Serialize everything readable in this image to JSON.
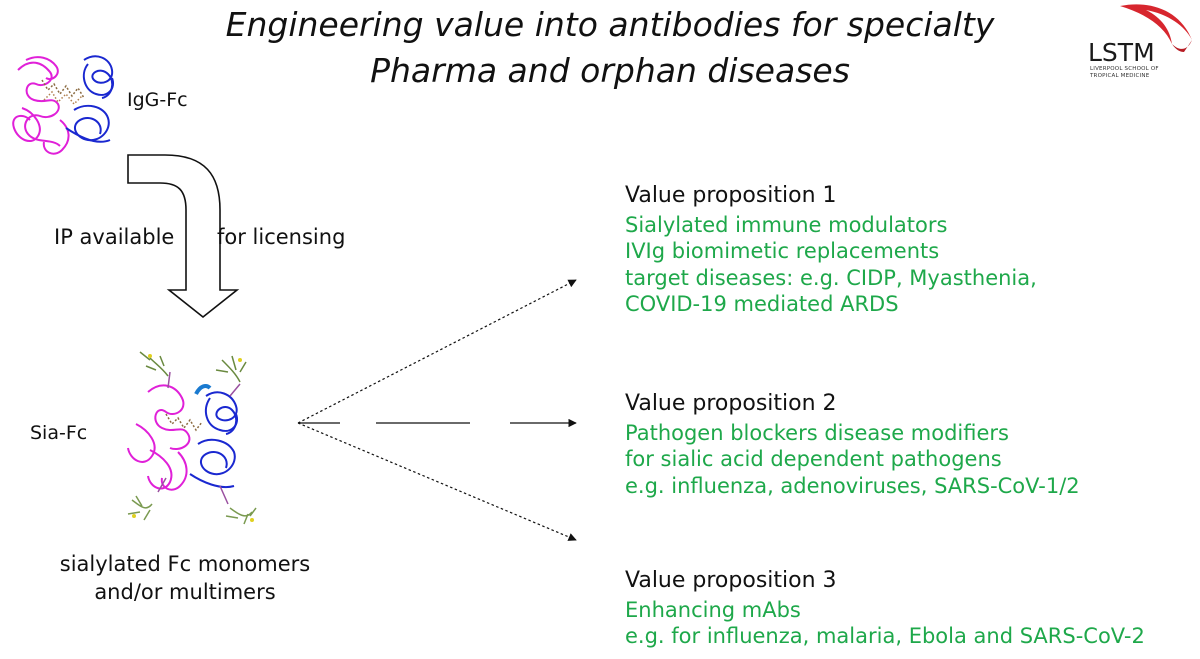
{
  "title": {
    "line1": "Engineering value into antibodies for specialty",
    "line2": "Pharma and orphan diseases"
  },
  "logo": {
    "name": "LSTM",
    "subtitle": "LIVERPOOL SCHOOL OF TROPICAL MEDICINE",
    "accent_color": "#d7262e"
  },
  "left": {
    "igg_label": "IgG-Fc",
    "ip_label": "IP available",
    "licensing_label": "for licensing",
    "sia_label": "Sia-Fc",
    "monomers_line1": "sialylated Fc monomers",
    "monomers_line2": "and/or multimers"
  },
  "colors": {
    "chain_a": "#e020d8",
    "chain_b": "#1a28d0",
    "glycan": "#8a6a40",
    "value_text": "#1ea84a"
  },
  "propositions": [
    {
      "heading": "Value proposition 1",
      "lines": [
        "Sialylated immune modulators",
        "IVIg biomimetic replacements",
        "target diseases: e.g. CIDP, Myasthenia,",
        "COVID-19 mediated ARDS"
      ]
    },
    {
      "heading": "Value proposition 2",
      "lines": [
        "Pathogen blockers disease modifiers",
        "for sialic acid dependent pathogens",
        "e.g. influenza, adenoviruses, SARS-CoV-1/2"
      ]
    },
    {
      "heading": "Value proposition 3",
      "lines": [
        "Enhancing mAbs",
        "e.g. for influenza, malaria, Ebola and SARS-CoV-2"
      ]
    }
  ]
}
